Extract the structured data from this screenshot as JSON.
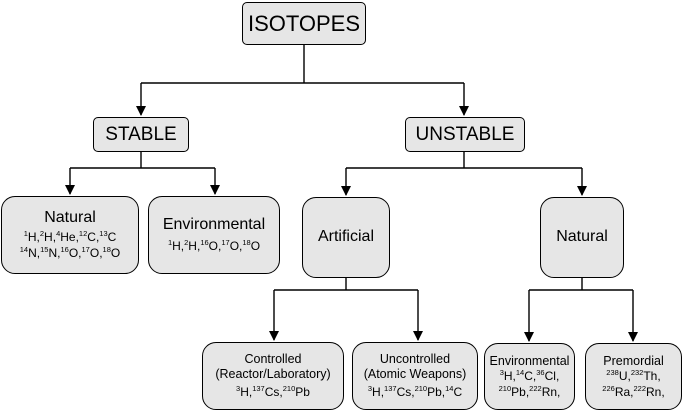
{
  "root": {
    "label": "ISOTOPES"
  },
  "stable": {
    "label": "STABLE",
    "natural": {
      "label": "Natural",
      "isotopes": [
        [
          [
            "1",
            "H"
          ],
          [
            "2",
            "H"
          ],
          [
            "4",
            "He"
          ],
          [
            "12",
            "C"
          ],
          [
            "13",
            "C"
          ]
        ],
        [
          [
            "14",
            "N"
          ],
          [
            "15",
            "N"
          ],
          [
            "16",
            "O"
          ],
          [
            "17",
            "O"
          ],
          [
            "18",
            "O"
          ]
        ]
      ]
    },
    "environmental": {
      "label": "Environmental",
      "isotopes": [
        [
          [
            "1",
            "H"
          ],
          [
            "2",
            "H"
          ],
          [
            "16",
            "O"
          ],
          [
            "17",
            "O"
          ],
          [
            "18",
            "O"
          ]
        ]
      ]
    }
  },
  "unstable": {
    "label": "UNSTABLE",
    "artificial": {
      "label": "Artificial",
      "controlled": {
        "label_lines": [
          "Controlled",
          "(Reactor/Laboratory)"
        ],
        "isotopes": [
          [
            [
              "3",
              "H"
            ],
            [
              "137",
              "Cs"
            ],
            [
              "210",
              "Pb"
            ]
          ]
        ]
      },
      "uncontrolled": {
        "label_lines": [
          "Uncontrolled",
          "(Atomic Weapons)"
        ],
        "isotopes": [
          [
            [
              "3",
              "H"
            ],
            [
              "137",
              "Cs"
            ],
            [
              "210",
              "Pb"
            ],
            [
              "14",
              "C"
            ]
          ]
        ]
      }
    },
    "natural": {
      "label": "Natural",
      "environmental": {
        "label": "Environmental",
        "isotopes": [
          [
            [
              "3",
              "H"
            ],
            [
              "14",
              "C"
            ],
            [
              "36",
              "Cl"
            ]
          ],
          [
            [
              "210",
              "Pb"
            ],
            [
              "222",
              "Rn"
            ]
          ]
        ],
        "trailing_commas": [
          true,
          true
        ]
      },
      "premordial": {
        "label": "Premordial",
        "isotopes": [
          [
            [
              "238",
              "U"
            ],
            [
              "232",
              "Th"
            ]
          ],
          [
            [
              "226",
              "Ra"
            ],
            [
              "222",
              "Rn"
            ]
          ]
        ],
        "trailing_commas": [
          true,
          true
        ]
      }
    }
  }
}
